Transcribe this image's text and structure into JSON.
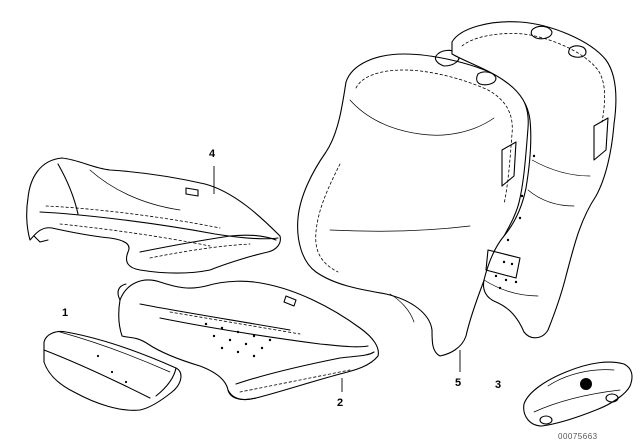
{
  "callouts": [
    {
      "id": "1",
      "label": "1"
    },
    {
      "id": "2",
      "label": "2"
    },
    {
      "id": "3",
      "label": "3"
    },
    {
      "id": "4",
      "label": "4"
    },
    {
      "id": "5",
      "label": "5"
    }
  ],
  "image_code": "00075663"
}
